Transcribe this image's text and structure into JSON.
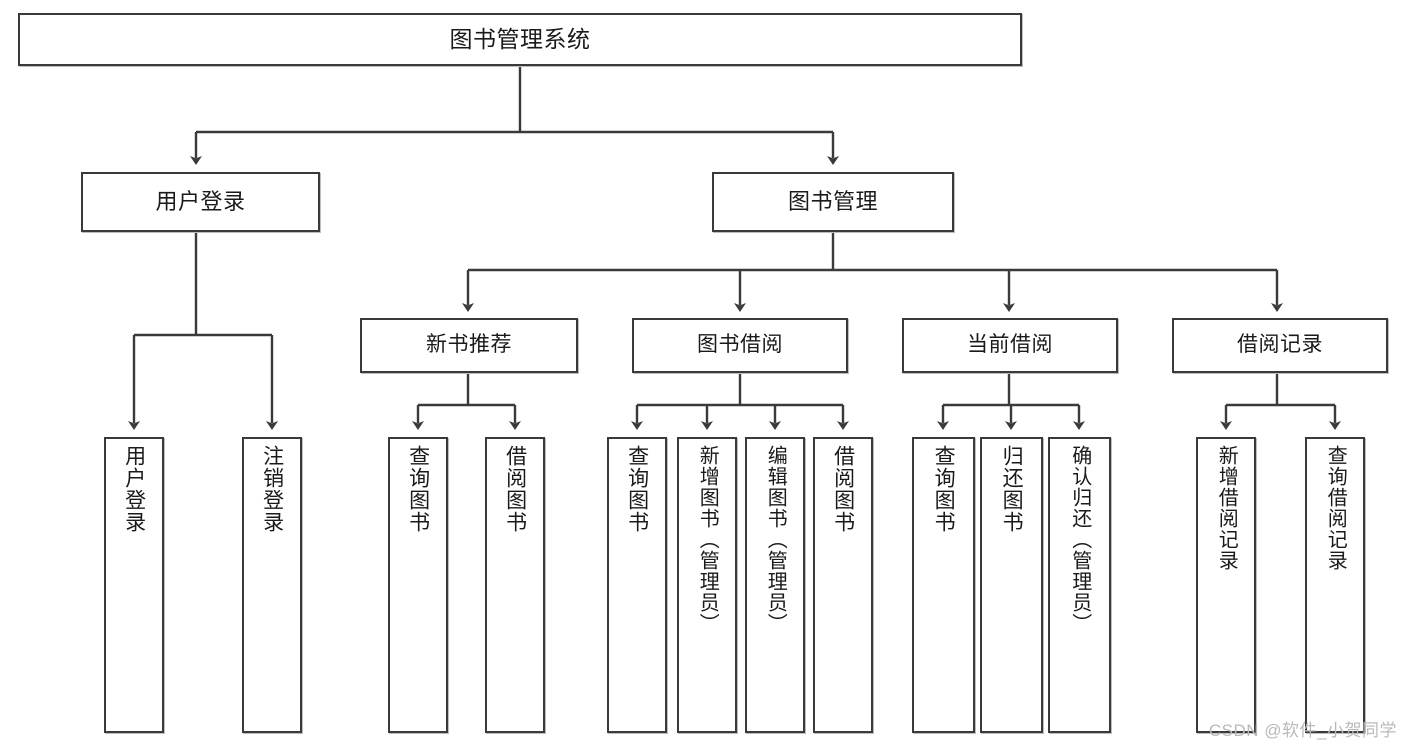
{
  "diagram": {
    "title": "图书管理系统",
    "watermark": "CSDN @软件_小贺同学",
    "stroke_color": "#3a3a3a",
    "background_color": "#ffffff",
    "type": "tree-hierarchy-diagram",
    "levels": 4
  },
  "nodes": {
    "root": {
      "label": "图书管理系统"
    },
    "level2": [
      {
        "label": "用户登录"
      },
      {
        "label": "图书管理"
      }
    ],
    "level3": [
      {
        "label": "新书推荐"
      },
      {
        "label": "图书借阅"
      },
      {
        "label": "当前借阅"
      },
      {
        "label": "借阅记录"
      }
    ],
    "leaves": {
      "user_login": [
        {
          "label": "用户登录"
        },
        {
          "label": "注销登录"
        }
      ],
      "new_book_recommend": [
        {
          "label": "查询图书"
        },
        {
          "label": "借阅图书"
        }
      ],
      "book_borrow": [
        {
          "label": "查询图书"
        },
        {
          "label": "新增图书（管理员）"
        },
        {
          "label": "编辑图书（管理员）"
        },
        {
          "label": "借阅图书"
        }
      ],
      "current_borrow": [
        {
          "label": "查询图书"
        },
        {
          "label": "归还图书"
        },
        {
          "label": "确认归还（管理员）"
        }
      ],
      "borrow_record": [
        {
          "label": "新增借阅记录"
        },
        {
          "label": "查询借阅记录"
        }
      ]
    }
  }
}
